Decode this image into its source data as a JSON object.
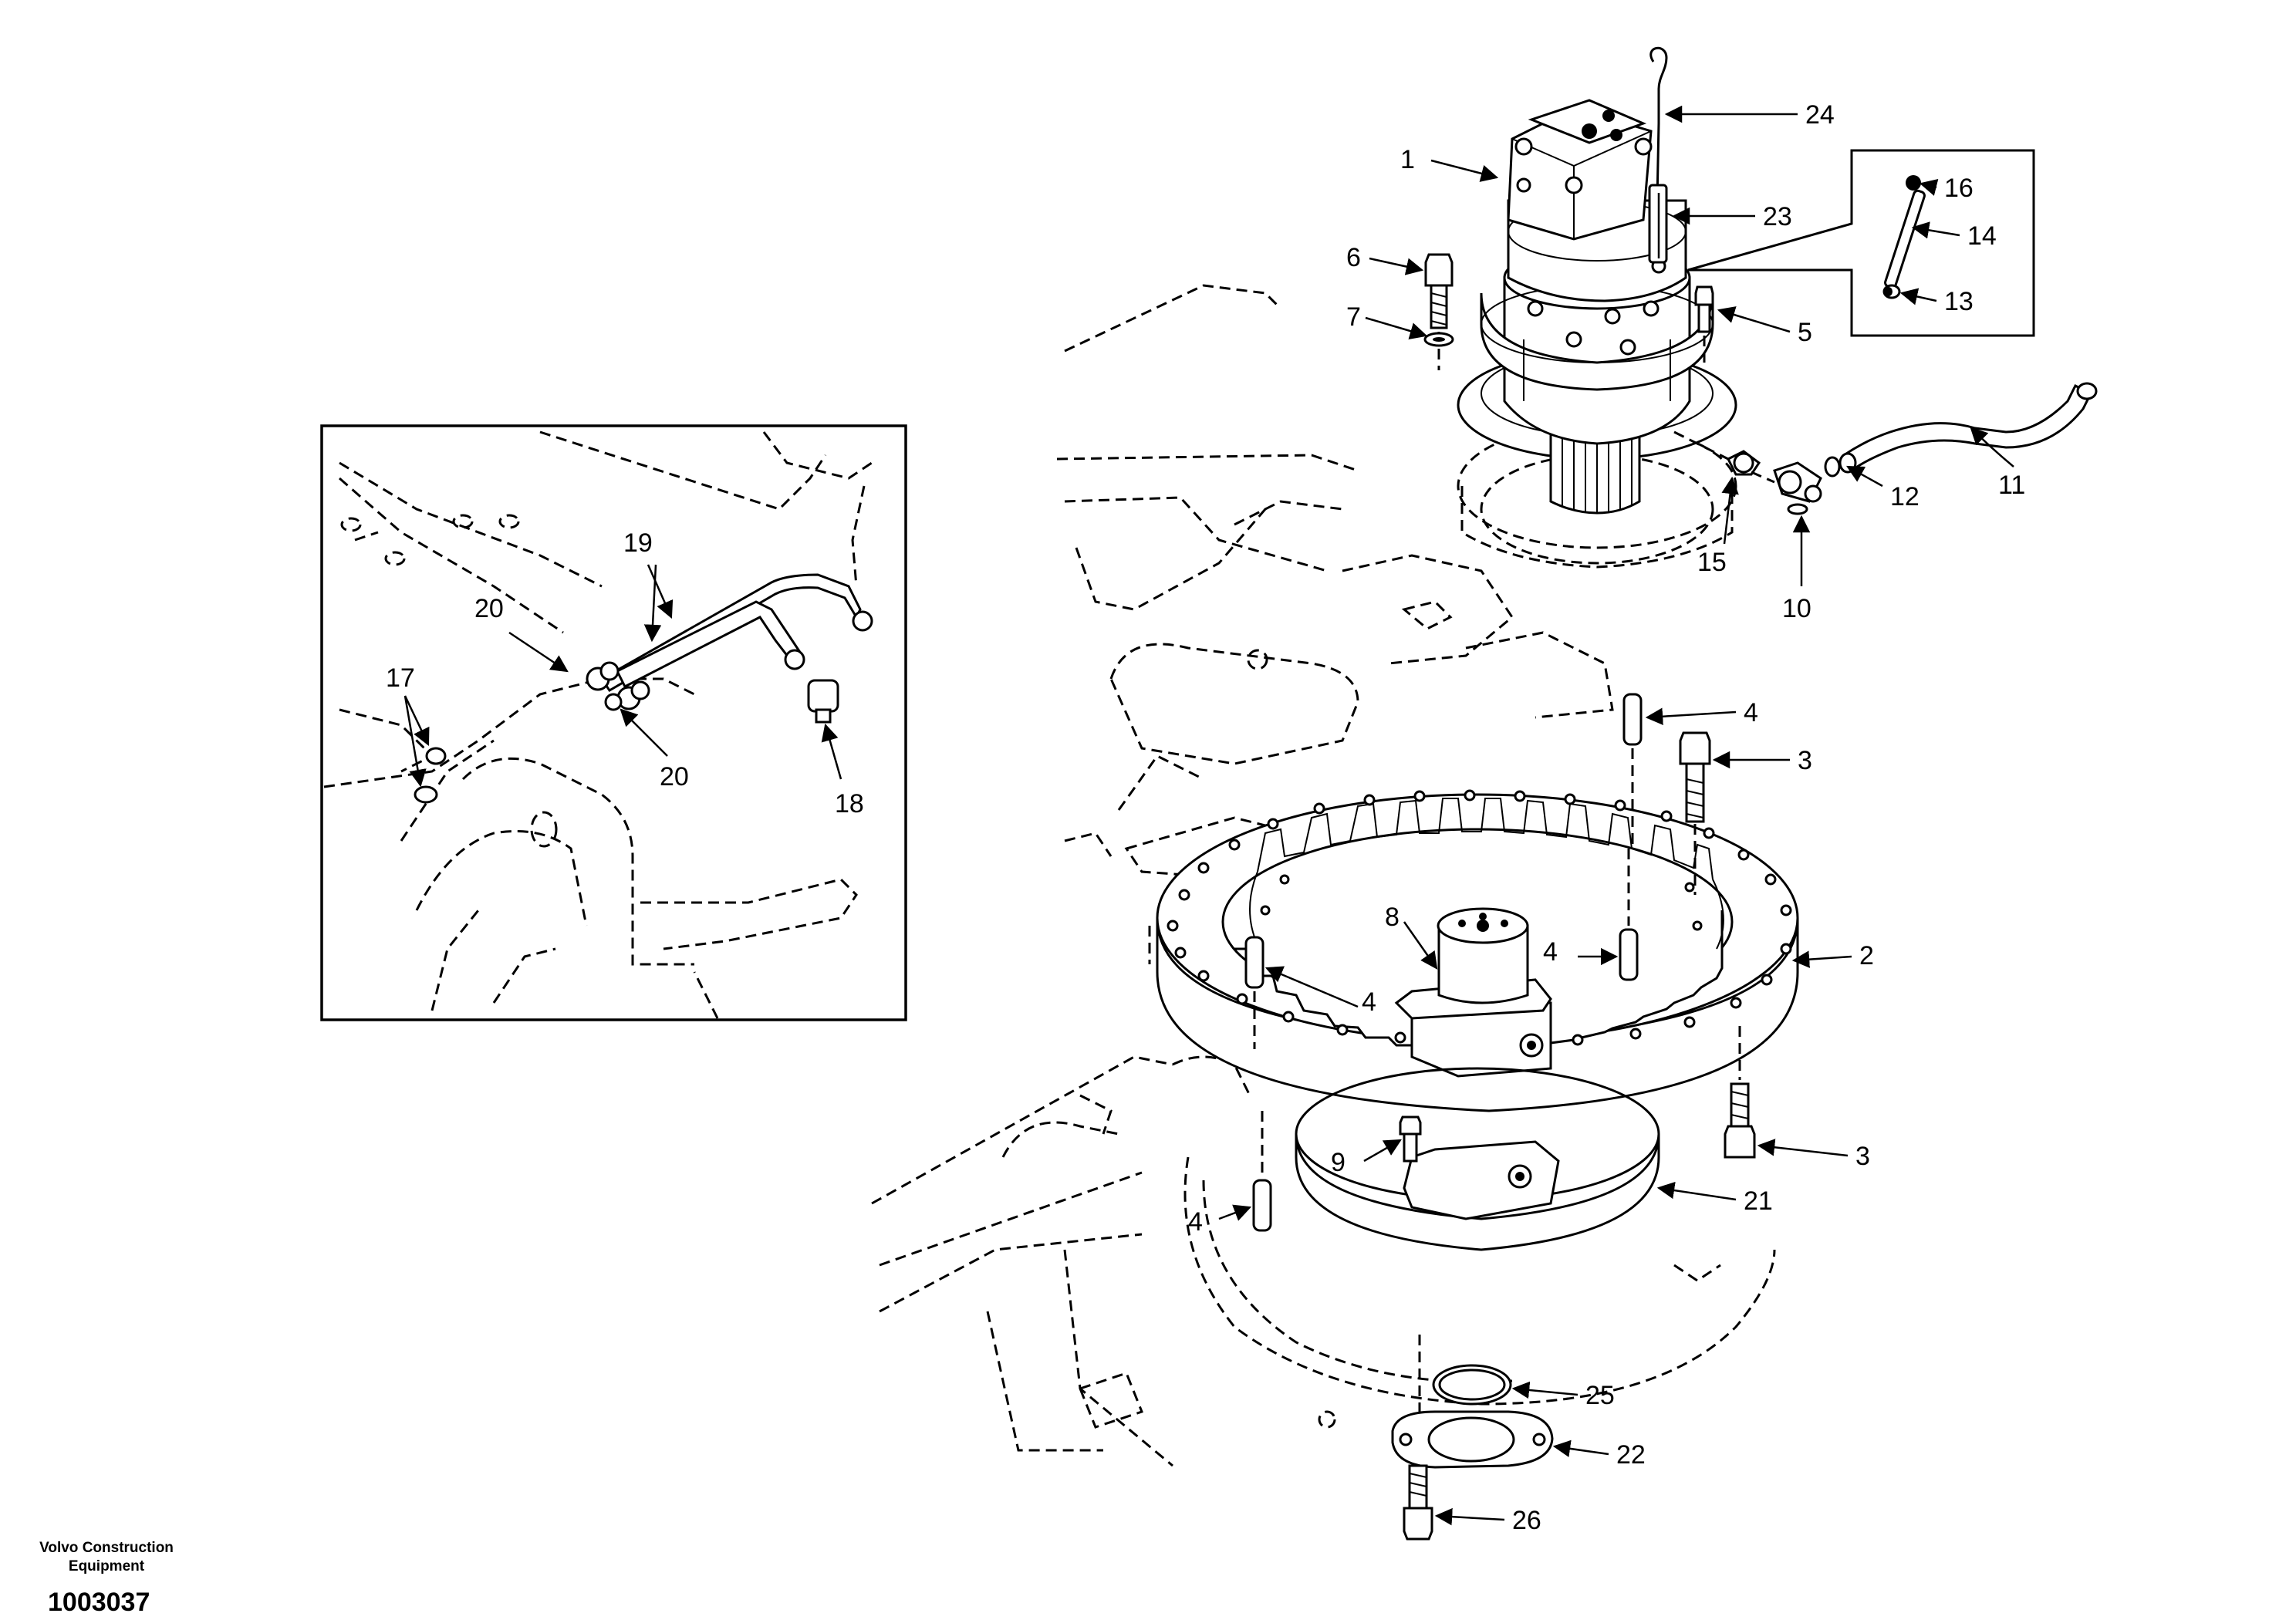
{
  "footer": {
    "company_line1": "Volvo Construction",
    "company_line2": "Equipment",
    "drawing_number": "1003037"
  },
  "callouts": {
    "c1": "1",
    "c2": "2",
    "c3a": "3",
    "c3b": "3",
    "c4a": "4",
    "c4b": "4",
    "c4c": "4",
    "c4d": "4",
    "c5": "5",
    "c6": "6",
    "c7": "7",
    "c8": "8",
    "c9": "9",
    "c10": "10",
    "c11": "11",
    "c12": "12",
    "c13": "13",
    "c14": "14",
    "c15": "15",
    "c16": "16",
    "c17": "17",
    "c18": "18",
    "c19": "19",
    "c20a": "20",
    "c20b": "20",
    "c21": "21",
    "c22": "22",
    "c23": "23",
    "c24": "24",
    "c25": "25",
    "c26": "26"
  }
}
